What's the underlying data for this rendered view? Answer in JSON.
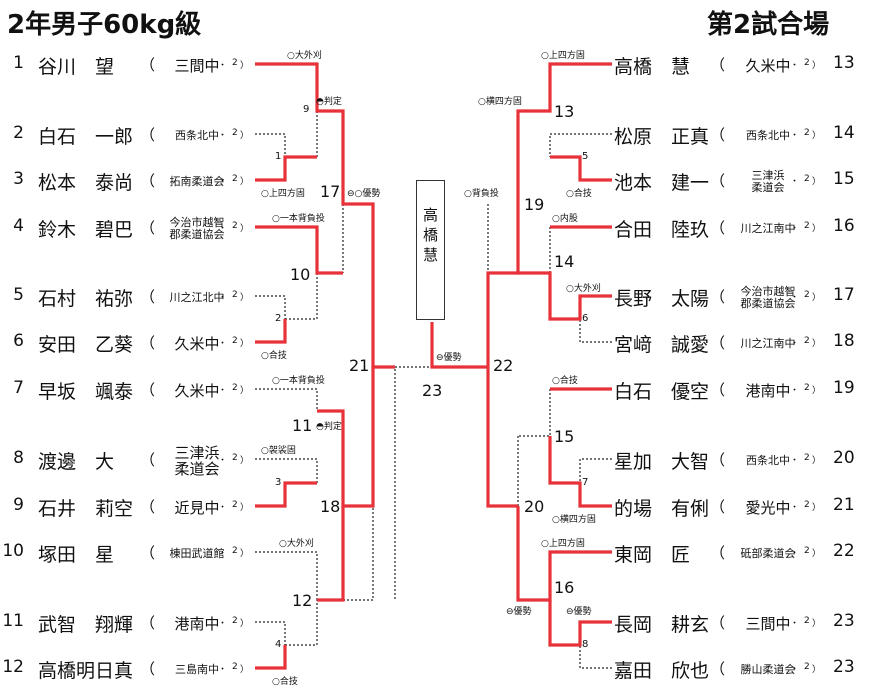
{
  "title": "2年男子60kg級",
  "venue": "第2試合場",
  "left_players": [
    {
      "seed": "1",
      "name": "谷川　望",
      "school": "三間中",
      "school_lines": [
        "三間中"
      ],
      "big": true,
      "grade": "2"
    },
    {
      "seed": "2",
      "name": "白石　一郎",
      "school": "西条北中",
      "school_lines": [
        "西条北中"
      ],
      "big": false,
      "grade": "2"
    },
    {
      "seed": "3",
      "name": "松本　泰尚",
      "school": "拓南柔道会",
      "school_lines": [
        "拓南柔道会"
      ],
      "big": false,
      "grade": "2"
    },
    {
      "seed": "4",
      "name": "鈴木　碧巴",
      "school": "今治市越智郡柔道協会",
      "school_lines": [
        "今治市越智",
        "郡柔道協会"
      ],
      "big": false,
      "grade": "2"
    },
    {
      "seed": "5",
      "name": "石村　祐弥",
      "school": "川之江北中",
      "school_lines": [
        "川之江北中"
      ],
      "big": false,
      "grade": "2"
    },
    {
      "seed": "6",
      "name": "安田　乙葵",
      "school": "久米中",
      "school_lines": [
        "久米中"
      ],
      "big": true,
      "grade": "2"
    },
    {
      "seed": "7",
      "name": "早坂　颯泰",
      "school": "久米中",
      "school_lines": [
        "久米中"
      ],
      "big": true,
      "grade": "2"
    },
    {
      "seed": "8",
      "name": "渡邊　大",
      "school": "三津浜柔道会",
      "school_lines": [
        "三津浜",
        "柔道会"
      ],
      "big": true,
      "grade": "2"
    },
    {
      "seed": "9",
      "name": "石井　莉空",
      "school": "近見中",
      "school_lines": [
        "近見中"
      ],
      "big": true,
      "grade": "2"
    },
    {
      "seed": "10",
      "name": "塚田　星",
      "school": "棟田武道館",
      "school_lines": [
        "棟田武道館"
      ],
      "big": false,
      "grade": "2"
    },
    {
      "seed": "11",
      "name": "武智　翔輝",
      "school": "港南中",
      "school_lines": [
        "港南中"
      ],
      "big": true,
      "grade": "2"
    },
    {
      "seed": "12",
      "name": "高橋明日真",
      "school": "三島南中",
      "school_lines": [
        "三島南中"
      ],
      "big": false,
      "grade": "2"
    }
  ],
  "right_players": [
    {
      "seed": "13",
      "name": "高橋　慧",
      "school": "久米中",
      "school_lines": [
        "久米中"
      ],
      "big": true,
      "grade": "2"
    },
    {
      "seed": "14",
      "name": "松原　正真",
      "school": "西条北中",
      "school_lines": [
        "西条北中"
      ],
      "big": false,
      "grade": "2"
    },
    {
      "seed": "15",
      "name": "池本　建一",
      "school": "三津浜柔道会",
      "school_lines": [
        "三津浜",
        "柔道会"
      ],
      "big": false,
      "grade": "2"
    },
    {
      "seed": "16",
      "name": "合田　陸玖",
      "school": "川之江南中",
      "school_lines": [
        "川之江南中"
      ],
      "big": false,
      "grade": "2"
    },
    {
      "seed": "17",
      "name": "長野　太陽",
      "school": "今治市越智郡柔道協会",
      "school_lines": [
        "今治市越智",
        "郡柔道協会"
      ],
      "big": false,
      "grade": "2"
    },
    {
      "seed": "18",
      "name": "宮﨑　誠愛",
      "school": "川之江南中",
      "school_lines": [
        "川之江南中"
      ],
      "big": false,
      "grade": "2"
    },
    {
      "seed": "19",
      "name": "白石　優空",
      "school": "港南中",
      "school_lines": [
        "港南中"
      ],
      "big": true,
      "grade": "2"
    },
    {
      "seed": "20",
      "name": "星加　大智",
      "school": "西条北中",
      "school_lines": [
        "西条北中"
      ],
      "big": false,
      "grade": "2"
    },
    {
      "seed": "21",
      "name": "的場　有俐",
      "school": "愛光中",
      "school_lines": [
        "愛光中"
      ],
      "big": true,
      "grade": "2"
    },
    {
      "seed": "22",
      "name": "東岡　匠",
      "school": "砥部柔道会",
      "school_lines": [
        "砥部柔道会"
      ],
      "big": false,
      "grade": "2"
    },
    {
      "seed": "23",
      "name": "長岡　耕玄",
      "school": "三間中",
      "school_lines": [
        "三間中"
      ],
      "big": true,
      "grade": "2"
    },
    {
      "seed": "23",
      "name": "嘉田　欣也",
      "school": "勝山柔道会",
      "school_lines": [
        "勝山柔道会"
      ],
      "big": false,
      "grade": "2"
    }
  ],
  "match_numbers": [
    "1",
    "2",
    "3",
    "4",
    "5",
    "6",
    "7",
    "8",
    "9",
    "10",
    "11",
    "12",
    "13",
    "14",
    "15",
    "16",
    "17",
    "18",
    "19",
    "20",
    "21",
    "22",
    "23"
  ],
  "techniques": {
    "l1": "○大外刈",
    "l9": "判定",
    "l2": "○上四方固",
    "l17": "○優勢",
    "l4": "○一本背負投",
    "l6": "○合技",
    "l7": "○一本背負投",
    "l11": "判定",
    "l8": "○袈裟固",
    "l10": "○大外刈",
    "l12": "○合技",
    "r13": "○上四方固",
    "r13b": "○横四方固",
    "r15": "○合技",
    "r19": "○背負投",
    "r16": "○内股",
    "r17": "○大外刈",
    "r19b": "○合技",
    "r21": "○横四方固",
    "r22": "○上四方固",
    "r20": "優勢",
    "r23": "優勢",
    "final": "優勢"
  },
  "champion": {
    "chars": [
      "高",
      "橋",
      "",
      "慧"
    ]
  },
  "colors": {
    "win": "#e8323a",
    "lose": "#222222"
  }
}
